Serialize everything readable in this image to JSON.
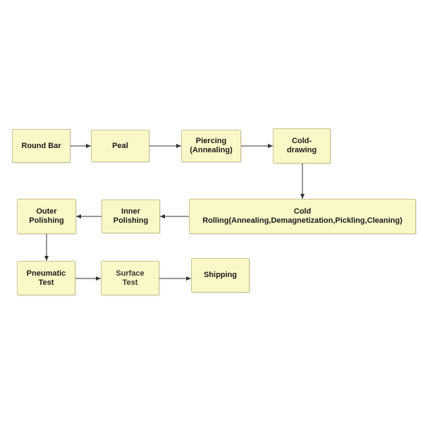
{
  "diagram": {
    "colors": {
      "node_fill": "#fbf8c7",
      "node_border": "#c9c391",
      "arrow": "#333333"
    },
    "nodes": {
      "round_bar": {
        "label": "Round Bar"
      },
      "peal": {
        "label": "Peal"
      },
      "piercing": {
        "label": "Piercing\n(Annealing)"
      },
      "cold_drawing": {
        "label": "Cold-\ndrawing"
      },
      "cold_rolling": {
        "label": "Cold\nRolling(Annealing,Demagnetization,Pickling,Cleaning)"
      },
      "inner_polishing": {
        "label": "Inner\nPolishing"
      },
      "outer_polishing": {
        "label": "Outer\nPolishing"
      },
      "pneumatic_test": {
        "label": "Pneumatic\nTest"
      },
      "surface_test": {
        "label": "Surface\nTest"
      },
      "shipping": {
        "label": "Shipping"
      }
    }
  }
}
